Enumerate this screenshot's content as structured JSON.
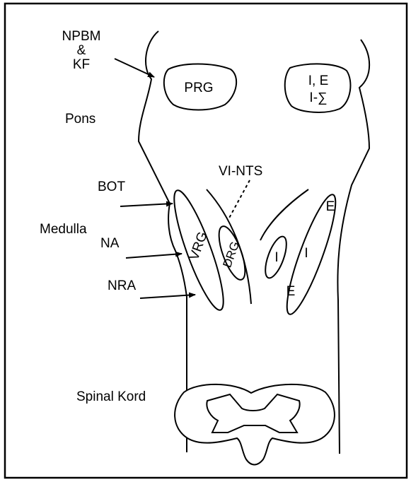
{
  "diagram": {
    "labels": {
      "npbm": "NPBM",
      "amp": "&",
      "kf": "KF",
      "pons": "Pons",
      "bot": "BOT",
      "medulla": "Medulla",
      "na": "NA",
      "nra": "NRA",
      "spinal": "Spinal Kord",
      "vints": "VI-NTS"
    },
    "nuclei": {
      "prg": "PRG",
      "ie_line1": "I, E",
      "ie_line2": "I-∑",
      "vrg": "VRG",
      "drg": "DRG",
      "i_left": "I",
      "e_top": "E",
      "i_mid": "I",
      "e_bottom": "E"
    },
    "colors": {
      "stroke": "#000000",
      "background": "#ffffff"
    }
  }
}
